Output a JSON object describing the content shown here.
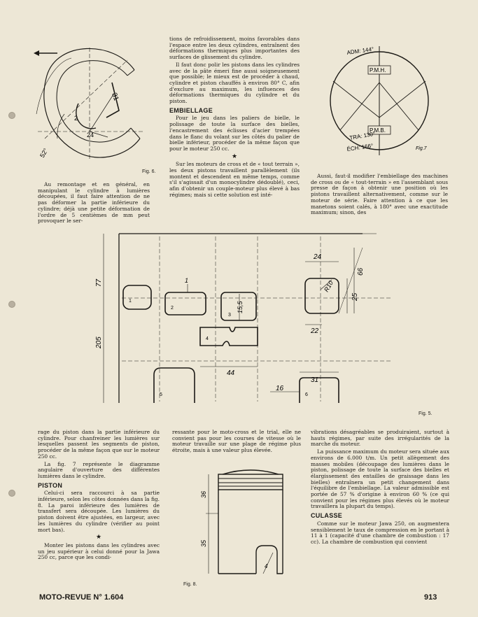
{
  "column_top_middle": [
    "tions de refroidissement, moins favorables dans l'espace entre les deux cylindres, entraînent des déformations thermiques plus importantes des surfaces de glissement du cylindre.",
    "Il faut donc polir les pistons dans les cylindres avec de la pâte émeri fine aussi soigneusement que possible; le mieux est de procéder à chaud, cylindre et piston chauffés à environ 80° C, afin d'exclure au maximum, les influences des déformations thermiques du cylindre et du piston."
  ],
  "heading_embiellage": "EMBIELLAGE",
  "column_embiellage": [
    "Pour le jeu dans les paliers de bielle, le polissage de toute la surface des bielles, l'encastrement des éclisses d'acier trempées dans le flanc du volant sur les côtés du palier de bielle inférieur, procéder de la même façon que pour le moteur 250 cc."
  ],
  "star": "★",
  "column_cross": [
    "Sur les moteurs de cross et de « tout terrain », les deux pistons travaillent parallèlement (ils montent et descendent en même temps, comme s'il s'agissait d'un monocylindre dédoublé), ceci, afin d'obtenir un couple-moteur plus élevé à bas régimes; mais si cette solution est inté-"
  ],
  "column_left_top": [
    "Au remontage et en général, en manipulant le cylindre à lumières découpées, il faut faire attention de ne pas déformer la partie inférieure du cylindre; déjà une petite déformation de l'ordre de 5 centièmes de mm peut provoquer le ser-"
  ],
  "column_right_top": [
    "Aussi, faut-il modifier l'embiellage des machines de cross ou de « tout-terrain » en l'assemblant sous presse de façon à obtenir une position où les pistons travaillent alternativement, comme sur le moteur de série. Faire attention à ce que les manetons soient calés, à 180° avec une exactitude maximum; sinon, des"
  ],
  "fig6_label": "Fig. 6.",
  "fig6_dims": [
    "31",
    "2",
    "24",
    "52°"
  ],
  "fig7_labels": [
    "ADM: 144°",
    "P.M.H.",
    "P.M.B.",
    "TRA: 130°",
    "ÉCH: 166°",
    "Fig.7"
  ],
  "fig5_label": "Fig. 5.",
  "fig5_dims": [
    "24",
    "66",
    "1",
    "R10",
    "25",
    "77",
    "15,5",
    "22",
    "205",
    "44",
    "16",
    "31"
  ],
  "fig5_marks": [
    "1",
    "2",
    "3",
    "4",
    "5",
    "6"
  ],
  "column_bottom_left": [
    "rage du piston dans la partie inférieure du cylindre. Pour chanfreiner les lumières sur lesquelles passent les segments de piston, procéder de la même façon que sur le moteur 250 cc.",
    "La fig. 7 représente le diagramme angulaire d'ouverture des différentes lumières dans le cylindre."
  ],
  "heading_piston": "PISTON",
  "column_piston": [
    "Celui-ci sera raccourci à sa partie inférieure, selon les côtes données dans la fig. 8. La paroi inférieure des lumières de transfert sera découpée. Les lumières du piston doivent être ajustées, en largeur, avec les lumières du cylindre (vérifier au point mort bas)."
  ],
  "column_piston_2": [
    "Monter les pistons dans les cylindres avec un jeu supérieur à celui donné pour la Jawa 250 cc, parce que les condi-"
  ],
  "column_bottom_middle": [
    "ressante pour le moto-cross et le trial, elle ne convient pas pour les courses de vitesse où le moteur travaille sur une plage de régime plus étroite, mais à une valeur plus élevée."
  ],
  "fig8_label": "Fig. 8.",
  "fig8_dims": [
    "36",
    "35",
    "4"
  ],
  "column_bottom_right": [
    "vibrations désagréables se produiraient, surtout à hauts régimes, par suite des irrégularités de la marche du moteur.",
    "La puissance maximum du moteur sera située aux environs de 6.000 t/m. Un petit allègement des masses mobiles (découpage des lumières dans le piston, polissage de toute la surface des bielles et élargissement des entailles de graissage dans les bielles) entraînera un petit changement dans l'équilibre de l'embiellage. La valeur admissible est portée de 57 % d'origine à environ 60 % (ce qui convient pour les régimes plus élevés où le moteur travaillera la plupart du temps)."
  ],
  "heading_culasse": "CULASSE",
  "column_culasse": [
    "Comme sur le moteur Jawa 250, on augmentera sensiblement le taux de compression en le portant à 11 à 1 (capacité d'une chambre de combustion : 17 cc). La chambre de combustion qui convient"
  ],
  "footer_magazine": "MOTO-REVUE N° 1.604",
  "footer_page": "913",
  "colors": {
    "paper": "#ede7d6",
    "ink": "#1c1a16"
  }
}
